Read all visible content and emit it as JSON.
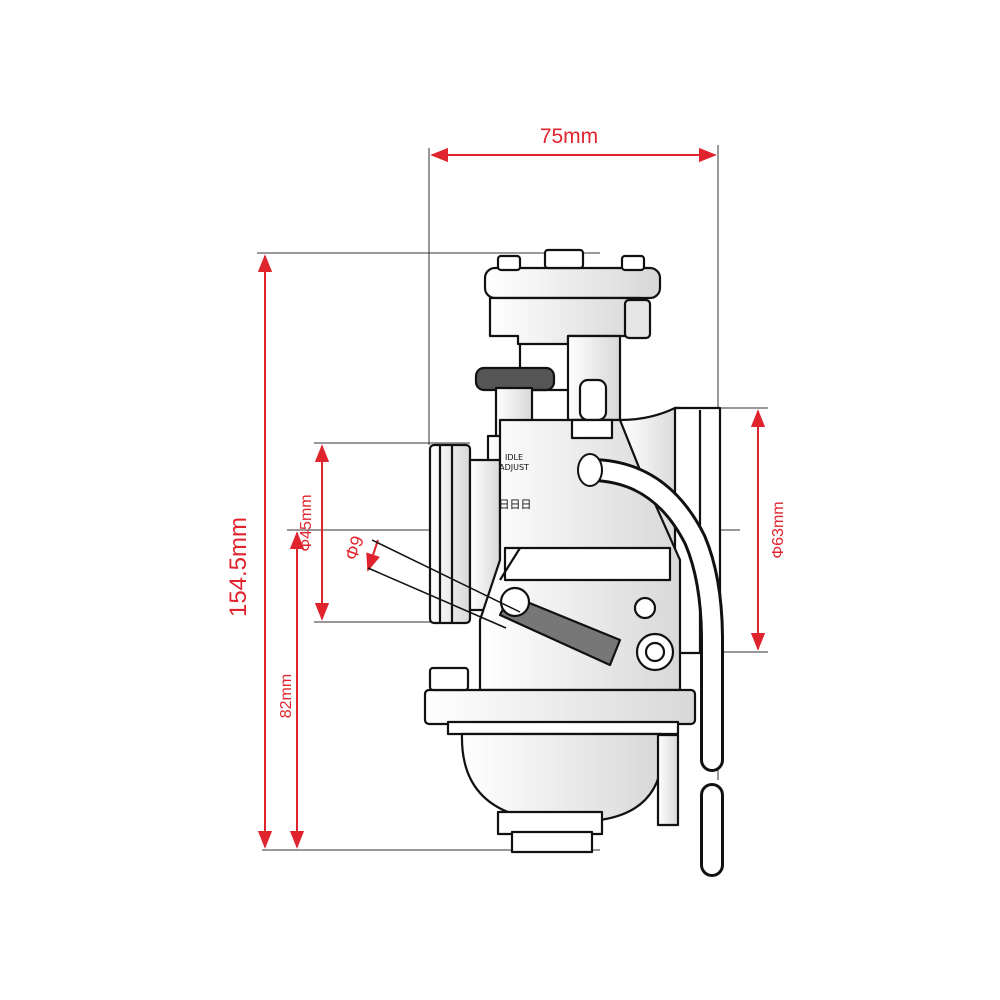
{
  "colors": {
    "dimension": "#e0242e",
    "outline": "#111111",
    "shade": "#cfcfcf",
    "background": "#ffffff"
  },
  "dimensions": {
    "width_label": "75mm",
    "height_label": "154.5mm",
    "inlet_label": "Φ45mm",
    "outlet_label": "Φ63mm",
    "jet_label": "Φ9",
    "bottom_height_label": "82mm"
  },
  "part_labels": {
    "idle_adjust_line1": "IDLE",
    "idle_adjust_line2": "ADJUST",
    "choke_mark": "日日日"
  }
}
